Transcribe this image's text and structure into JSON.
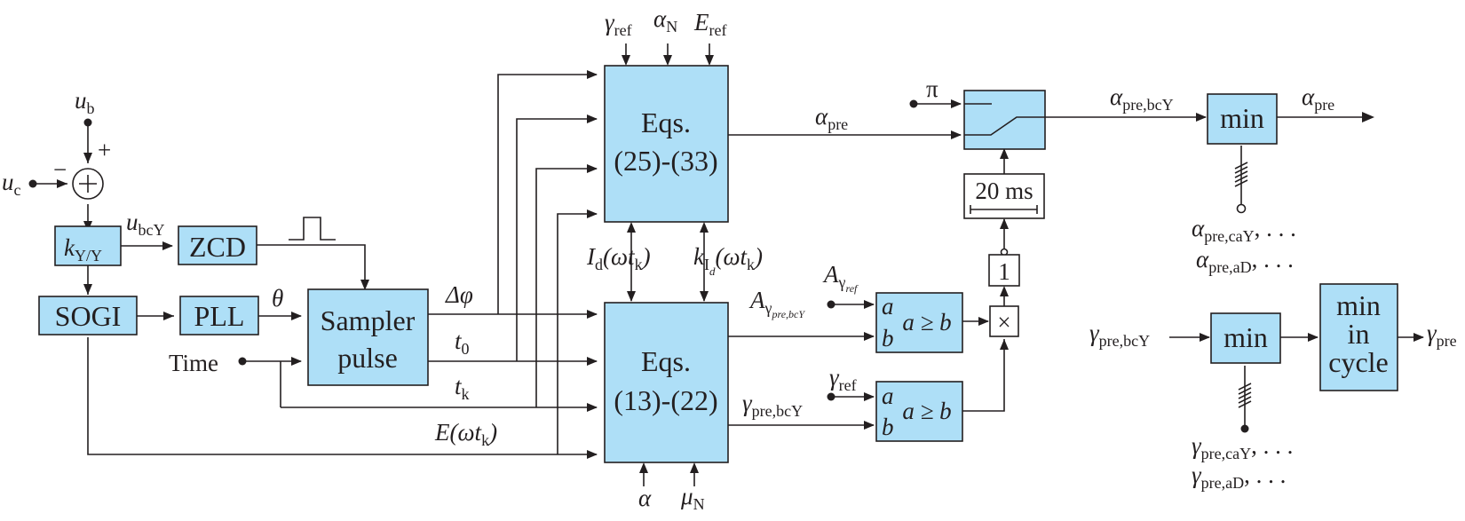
{
  "blocks": {
    "kyy": {
      "main": "k",
      "sub": "Y/Y"
    },
    "zcd": "ZCD",
    "sogi": "SOGI",
    "pll": "PLL",
    "sampler_line1": "Sampler",
    "sampler_line2": "pulse",
    "eqs_top_line1": "Eqs.",
    "eqs_top_line2": "(25)-(33)",
    "eqs_bot_line1": "Eqs.",
    "eqs_bot_line2": "(13)-(22)",
    "cmp1_a": "a",
    "cmp1_b": "b",
    "cmp1_op": "a ≥ b",
    "cmp2_a": "a",
    "cmp2_b": "b",
    "cmp2_op": "a ≥ b",
    "mult": "×",
    "one": "1",
    "delay": "20 ms",
    "min1": "min",
    "min2": "min",
    "mincycle_l1": "min",
    "mincycle_l2": "in",
    "mincycle_l3": "cycle",
    "sum": "+"
  },
  "signals": {
    "ub": {
      "main": "u",
      "sub": "b"
    },
    "uc": {
      "main": "u",
      "sub": "c"
    },
    "plus": "+",
    "minus": "−",
    "ubcy": {
      "main": "u",
      "sub": "bcY"
    },
    "theta": "θ",
    "time": "Time",
    "dphi": "Δφ",
    "t0": {
      "main": "t",
      "sub": "0"
    },
    "tk": {
      "main": "t",
      "sub": "k"
    },
    "e": {
      "a": "E(ωt",
      "sub": "k",
      "b": ")"
    },
    "gamma_ref_top": {
      "main": "γ",
      "sub": "ref"
    },
    "alpha_n": {
      "main": "α",
      "sub": "N"
    },
    "e_ref": {
      "main": "E",
      "sub": "ref"
    },
    "id": {
      "main": "I",
      "sub": "d",
      "rest": "(ωt",
      "sub2": "k",
      "end": ")"
    },
    "ki": {
      "main": "k",
      "sub": "I",
      "subsub": "d",
      "rest": "(ωt",
      "sub2": "k",
      "end": ")"
    },
    "alpha": "α",
    "mu_n": {
      "main": "μ",
      "sub": "N"
    },
    "alpha_pre_mid": {
      "main": "α",
      "sub": "pre"
    },
    "pi": "π",
    "a_gamma_ref": {
      "main": "A",
      "sub": "γ",
      "subsub": "ref"
    },
    "a_gamma_pre": {
      "main": "A",
      "sub": "γ",
      "subsub": "pre,bcY"
    },
    "gamma_ref_mid": {
      "main": "γ",
      "sub": "ref"
    },
    "gamma_pre_bcy_mid": {
      "main": "γ",
      "sub": "pre,bcY"
    },
    "alpha_pre_bcy": {
      "main": "α",
      "sub": "pre,bcY"
    },
    "alpha_pre_out": {
      "main": "α",
      "sub": "pre"
    },
    "alpha_pre_cay": {
      "main": "α",
      "sub": "pre,caY",
      "tail": ", . . ."
    },
    "alpha_pre_ad": {
      "main": "α",
      "sub": "pre,aD",
      "tail": ", . . ."
    },
    "gamma_pre_bcy_in": {
      "main": "γ",
      "sub": "pre,bcY"
    },
    "gamma_pre_out": {
      "main": "γ",
      "sub": "pre"
    },
    "gamma_pre_cay": {
      "main": "γ",
      "sub": "pre,caY",
      "tail": ", . . ."
    },
    "gamma_pre_ad": {
      "main": "γ",
      "sub": "pre,aD",
      "tail": ", . . ."
    }
  }
}
